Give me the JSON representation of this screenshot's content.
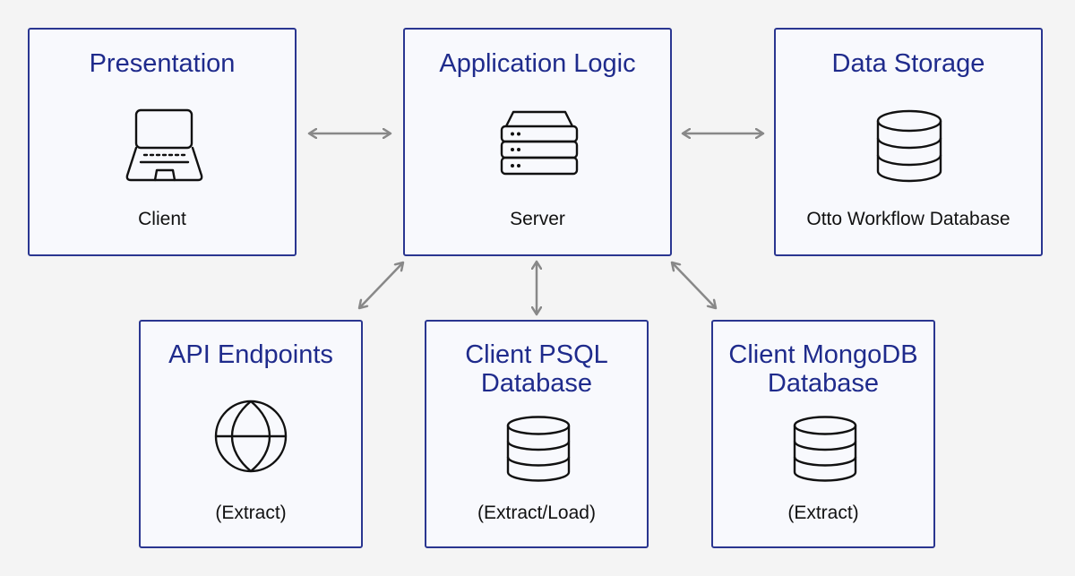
{
  "tiers": {
    "presentation": {
      "title": "Presentation",
      "subtitle": "Client",
      "icon": "laptop-icon"
    },
    "application": {
      "title": "Application Logic",
      "subtitle": "Server",
      "icon": "server-icon"
    },
    "storage": {
      "title": "Data Storage",
      "subtitle": "Otto Workflow Database",
      "icon": "database-icon"
    }
  },
  "sources": {
    "api": {
      "title": "API Endpoints",
      "subtitle": "(Extract)",
      "icon": "globe-icon"
    },
    "psql": {
      "title_line1": "Client PSQL",
      "title_line2": "Database",
      "subtitle": "(Extract/Load)",
      "icon": "database-icon"
    },
    "mongo": {
      "title_line1": "Client MongoDB",
      "title_line2": "Database",
      "subtitle": "(Extract)",
      "icon": "database-icon"
    }
  },
  "colors": {
    "background": "#f4f4f4",
    "box_fill": "#f8f9fd",
    "border": "#2a3690",
    "title": "#1f2b8c",
    "text": "#111111",
    "arrow": "#888888"
  }
}
